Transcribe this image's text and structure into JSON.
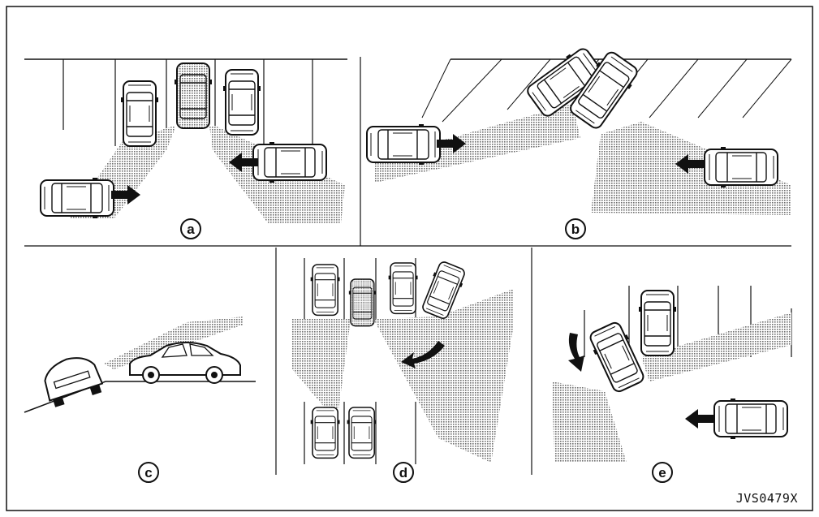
{
  "figure_code": "JVS0479X",
  "panels": [
    {
      "id": "a",
      "label": "a"
    },
    {
      "id": "b",
      "label": "b"
    },
    {
      "id": "c",
      "label": "c"
    },
    {
      "id": "d",
      "label": "d"
    },
    {
      "id": "e",
      "label": "e"
    }
  ],
  "colors": {
    "line": "#111111",
    "shade": "#9a9a9a",
    "background": "#ffffff"
  },
  "icons": [
    "car-icon",
    "arrow-icon",
    "detection-zone"
  ]
}
